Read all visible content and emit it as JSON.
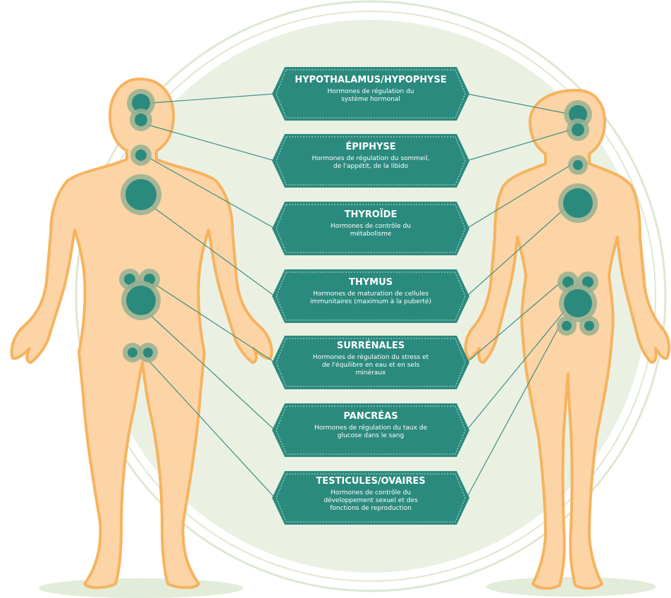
{
  "colors": {
    "background": "#ffffff",
    "circle_fill": "#eaf1e3",
    "circle_ring": "#dde8d2",
    "body_fill": "#fcd4a6",
    "body_stroke": "#f6b35f",
    "gland": "#2b8a7e",
    "gland_halo": "#96b090",
    "box_fill": "#2b8a7e",
    "box_border": "#ffffff",
    "connector": "#3e9086",
    "text": "#ffffff"
  },
  "glands": [
    {
      "title": "HYPOTHALAMUS/HYPOPHYSE",
      "description": [
        "Hormones de régulation du",
        "système hormonal"
      ]
    },
    {
      "title": "ÉPIPHYSE",
      "description": [
        "Hormones de régulation du sommeil,",
        "de l'appétit, de la libido"
      ]
    },
    {
      "title": "THYROÏDE",
      "description": [
        "Hormones de contrôle du",
        "métabolisme"
      ]
    },
    {
      "title": "THYMUS",
      "description": [
        "Hormones de maturation de cellules",
        "immunitaires (maximum à la puberté)"
      ]
    },
    {
      "title": "SURRÉNALES",
      "description": [
        "Hormones de régulation du stress et",
        "de l'équilibre en eau et en sels",
        "minéraux"
      ]
    },
    {
      "title": "PANCRÉAS",
      "description": [
        "Hormones de régulation du taux de",
        "glucose dans le sang"
      ]
    },
    {
      "title": "TESTICULES/OVAIRES",
      "description": [
        "Hormones de contrôle du",
        "développement sexuel et des",
        "fonctions de reproduction"
      ]
    }
  ]
}
